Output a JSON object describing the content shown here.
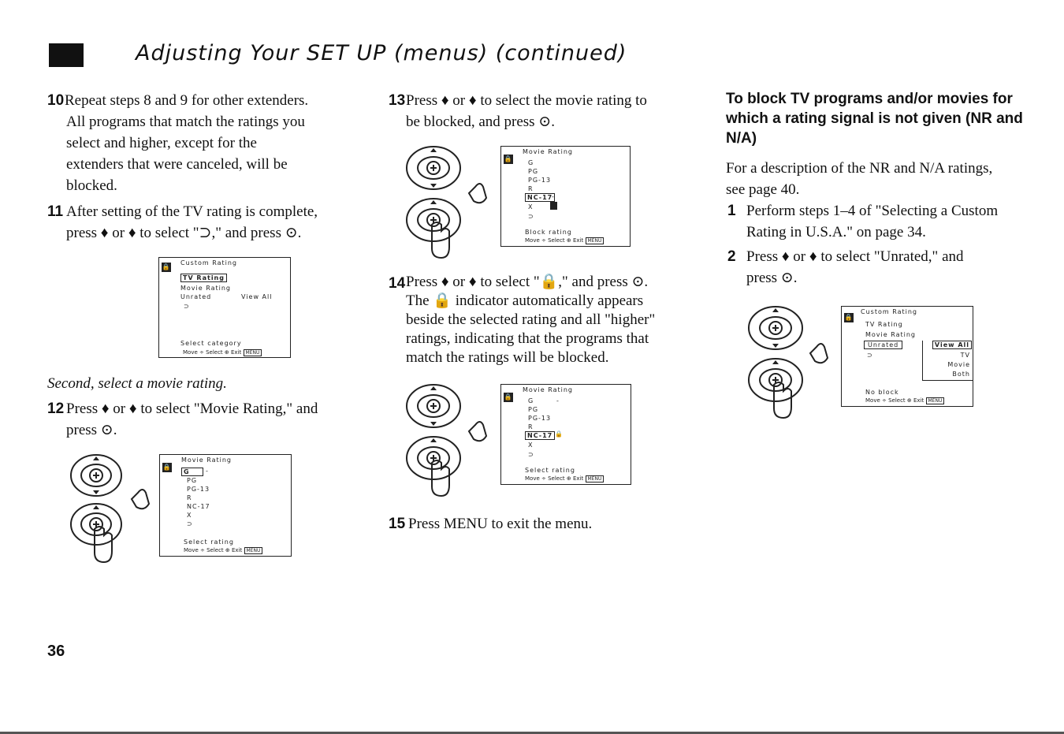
{
  "page": {
    "title": "Adjusting Your SET UP (menus) (continued)",
    "page_number": "36"
  },
  "left": {
    "s10_num": "10",
    "s10_lines": [
      "Repeat steps 8 and 9 for other extenders.",
      "All programs that match the ratings you",
      "select and higher, except for the",
      "extenders that were canceled, will be",
      "blocked."
    ],
    "s11_num": "11",
    "s11_lines": [
      "After setting of the TV rating is complete,",
      "press ♦ or ♦ to select \"⊃,\" and press ⊙."
    ],
    "osd1": {
      "title": "Custom Rating",
      "item1": "TV Rating",
      "item2": "Movie Rating",
      "item3": "Unrated",
      "item3b": "View All",
      "back": "⊃",
      "status": "Select category",
      "foot": "Move ÷  Select ⊕  Exit",
      "menu": "MENU"
    },
    "second": "Second, select a movie rating.",
    "s12_num": "12",
    "s12_lines": [
      "Press ♦ or ♦ to select \"Movie Rating,\" and",
      "press ⊙."
    ],
    "osd2": {
      "title": "Movie Rating",
      "r1": "G",
      "r2": "PG",
      "r3": "PG-13",
      "r4": "R",
      "r5": "NC-17",
      "r6": "X",
      "dash": "-",
      "back": "⊃",
      "status": "Select rating",
      "foot": "Move ÷  Select ⊕  Exit",
      "menu": "MENU"
    }
  },
  "middle": {
    "s13_num": "13",
    "s13_lines": [
      "Press ♦ or ♦ to select the movie rating to",
      "be blocked, and press ⊙."
    ],
    "osd3": {
      "title": "Movie Rating",
      "r1": "G",
      "r2": "PG",
      "r3": "PG-13",
      "r4": "R",
      "r5": "NC-17",
      "r6": "X",
      "dash": "-",
      "back": "⊃",
      "status": "Block rating",
      "foot": "Move ÷  Select ⊕  Exit",
      "menu": "MENU"
    },
    "s14_num": "14",
    "s14_lines": [
      "Press ♦ or ♦ to select \"🔒,\" and press ⊙.",
      "The 🔒 indicator automatically appears",
      "beside the selected rating and all \"higher\"",
      "ratings, indicating that the programs that",
      "match the ratings will be blocked."
    ],
    "osd4": {
      "title": "Movie Rating",
      "r1": "G",
      "r2": "PG",
      "r3": "PG-13",
      "r4": "R",
      "r5": "NC-17",
      "r6": "X",
      "dash": "-",
      "back": "⊃",
      "status": "Select rating",
      "foot": "Move ÷  Select ⊕  Exit",
      "menu": "MENU"
    },
    "s15_num": "15",
    "s15_text": "Press MENU to exit the menu."
  },
  "right": {
    "heading": "To block TV programs and/or movies for which a rating signal is not given (NR and N/A)",
    "intro_lines": [
      "For a description of the NR and N/A ratings,",
      "see page 40."
    ],
    "s1_num": "1",
    "s1_lines": [
      "Perform steps 1–4 of \"Selecting a Custom",
      "Rating in U.S.A.\" on page 34."
    ],
    "s2_num": "2",
    "s2_lines": [
      "Press ♦ or ♦ to select \"Unrated,\" and",
      "press ⊙."
    ],
    "osd5": {
      "title": "Custom Rating",
      "item1": "TV Rating",
      "item2": "Movie Rating",
      "item3": "Unrated",
      "opt1": "View All",
      "opt2": "TV",
      "opt3": "Movie",
      "opt4": "Both",
      "back": "⊃",
      "status": "No block",
      "foot": "Move ÷  Select ⊕  Exit",
      "menu": "MENU"
    }
  }
}
